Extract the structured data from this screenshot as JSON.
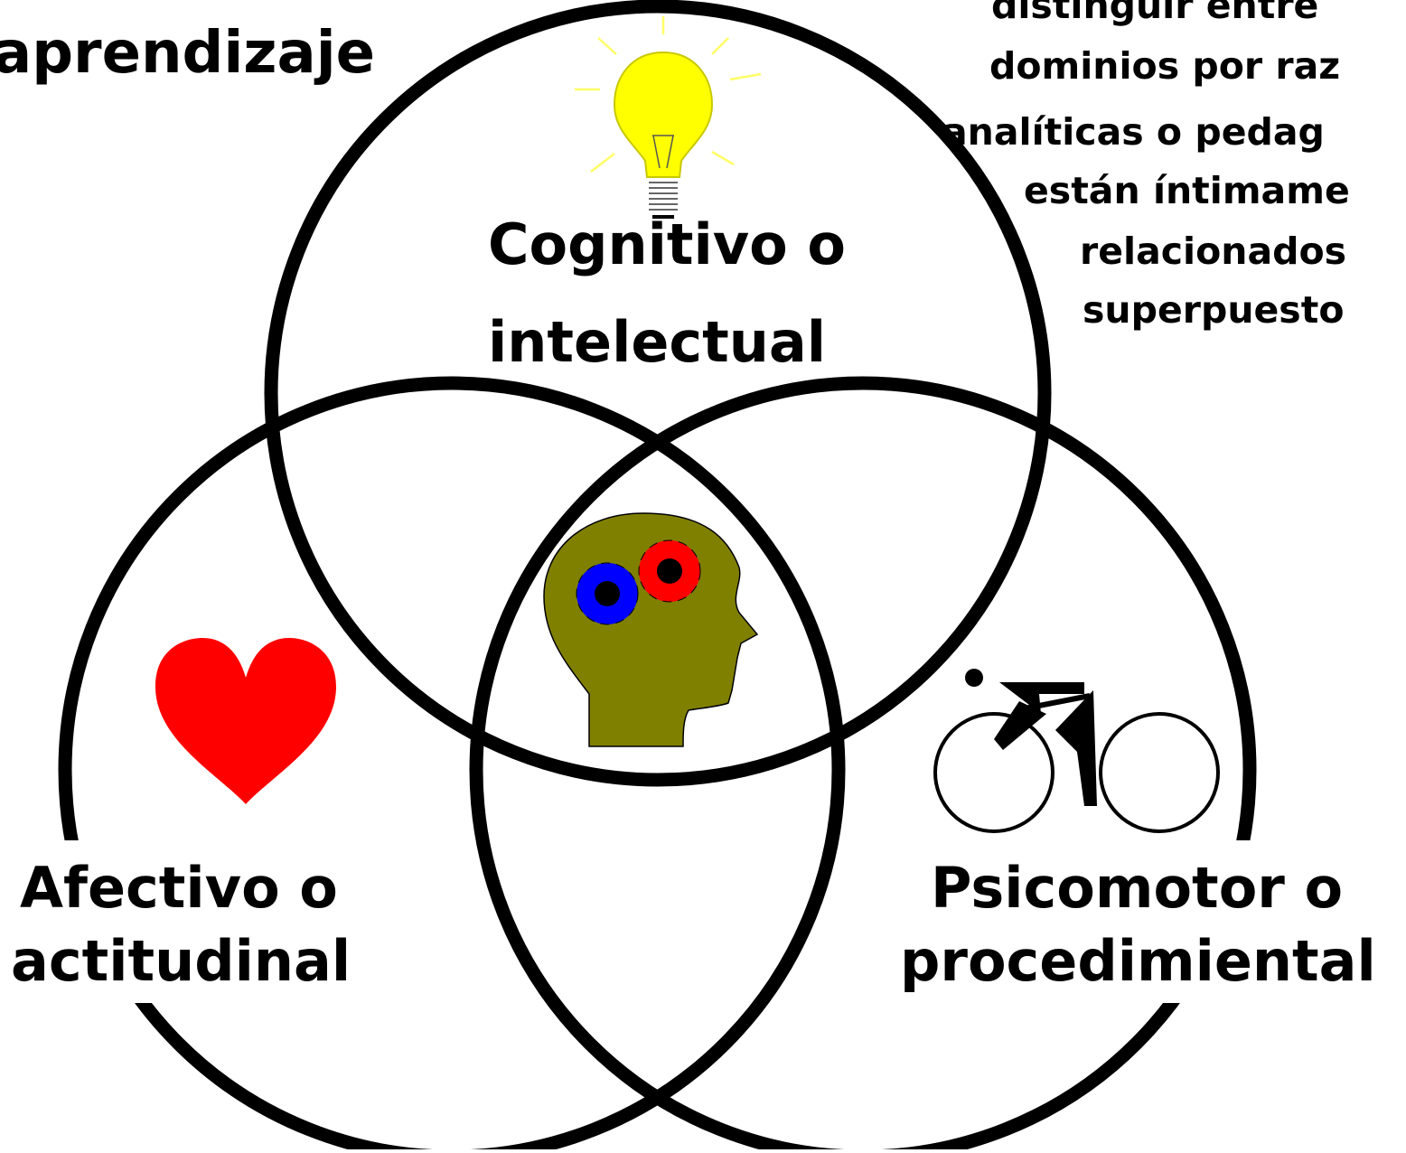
{
  "title_fragment": "aprendizaje",
  "note_lines": [
    "distinguir entre",
    "dominios por raz",
    "analíticas o pedag",
    "están íntimame",
    "relacionados",
    "superpuesto"
  ],
  "domains": {
    "cognitive": {
      "line1": "Cognitivo o",
      "line2": "intelectual"
    },
    "affective": {
      "line1": "Afectivo o",
      "line2": "actitudinal"
    },
    "psychomotor": {
      "line1": "Psicomotor o",
      "line2": "procedimiental"
    }
  },
  "colors": {
    "outline": "#000000",
    "bulb": "#ffff00",
    "heart": "#ff0000",
    "head": "#808000",
    "gear_blue": "#0000ff",
    "gear_red": "#ff0000"
  },
  "icons": {
    "cognitive": "light-bulb-icon",
    "affective": "heart-icon",
    "psychomotor": "cyclist-icon",
    "center": "head-with-gears-icon"
  }
}
